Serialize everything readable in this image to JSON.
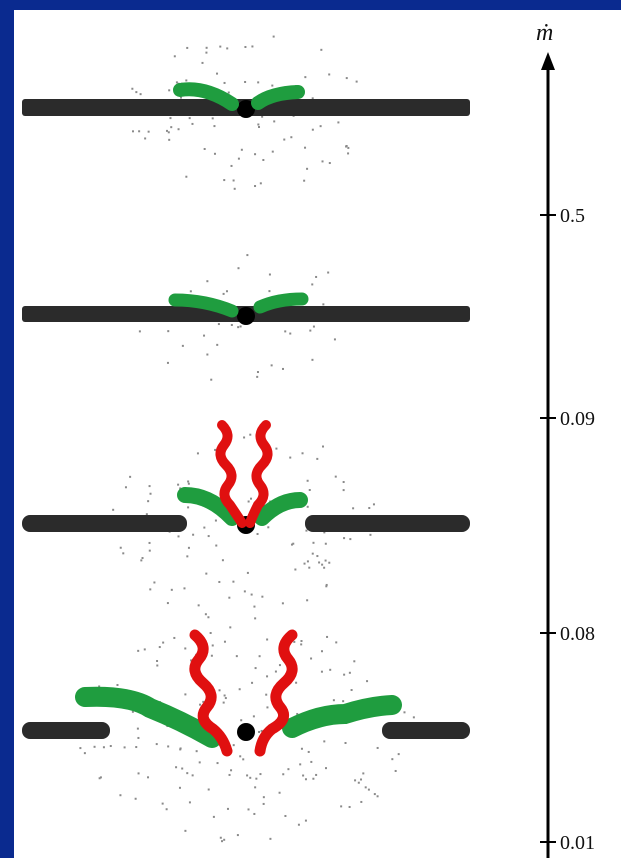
{
  "axis": {
    "title": "ṁ",
    "ticks": [
      "0.5",
      "0.09",
      "0.08",
      "0.01"
    ]
  },
  "colors": {
    "background": "#0a2a8f",
    "disk": "#2b2b2b",
    "black_hole": "#000000",
    "outflow_green": "#1f9d3f",
    "jet_red": "#e01010",
    "corona_dots": "#8a8a8a"
  },
  "states": [
    {
      "id": "state-1",
      "disk_gap": false,
      "jets": false
    },
    {
      "id": "state-2",
      "disk_gap": false,
      "jets": false
    },
    {
      "id": "state-3",
      "disk_gap": true,
      "jets": true
    },
    {
      "id": "state-4",
      "disk_gap": true,
      "jets": true
    }
  ]
}
